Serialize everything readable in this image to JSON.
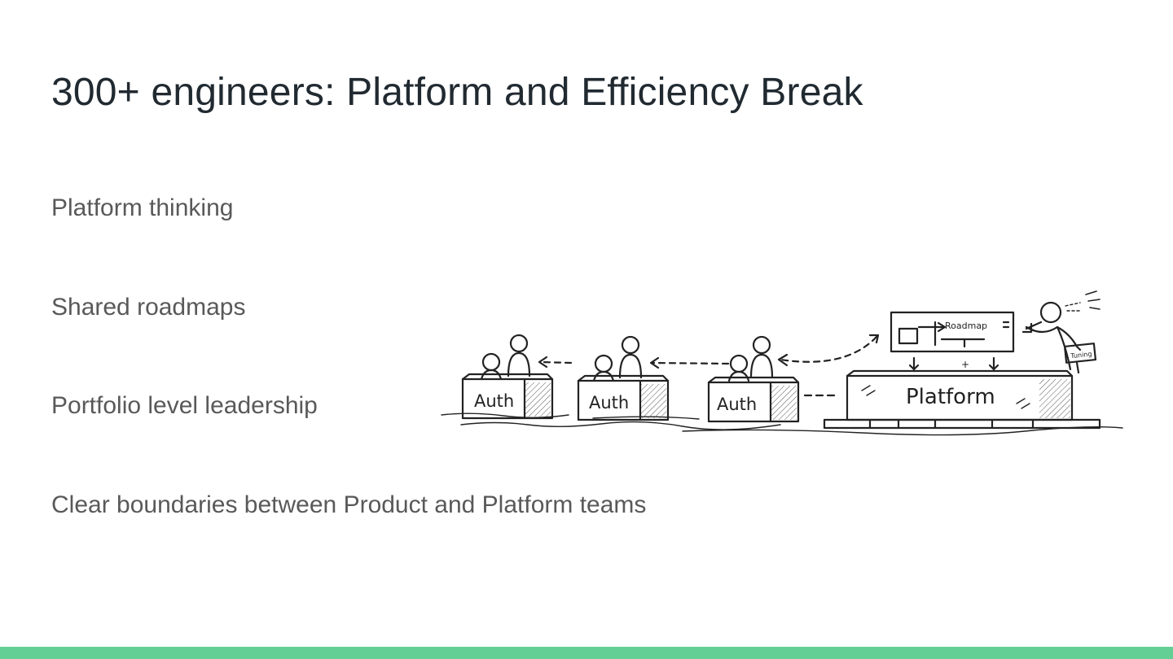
{
  "slide": {
    "title": "300+ engineers: Platform and Efficiency Break",
    "bullets": [
      "Platform thinking",
      "Shared roadmaps",
      "Portfolio level leadership",
      "Clear boundaries between Product and Platform teams"
    ]
  },
  "illustration": {
    "team_labels": [
      "Auth",
      "Auth",
      "Auth"
    ],
    "platform_label": "Platform",
    "roadmap_label": "Roadmap",
    "sign_label": "Tuning",
    "plus_sign": "+"
  },
  "colors": {
    "accent": "#63cf95",
    "title": "#212a31",
    "body_text": "#595959"
  }
}
